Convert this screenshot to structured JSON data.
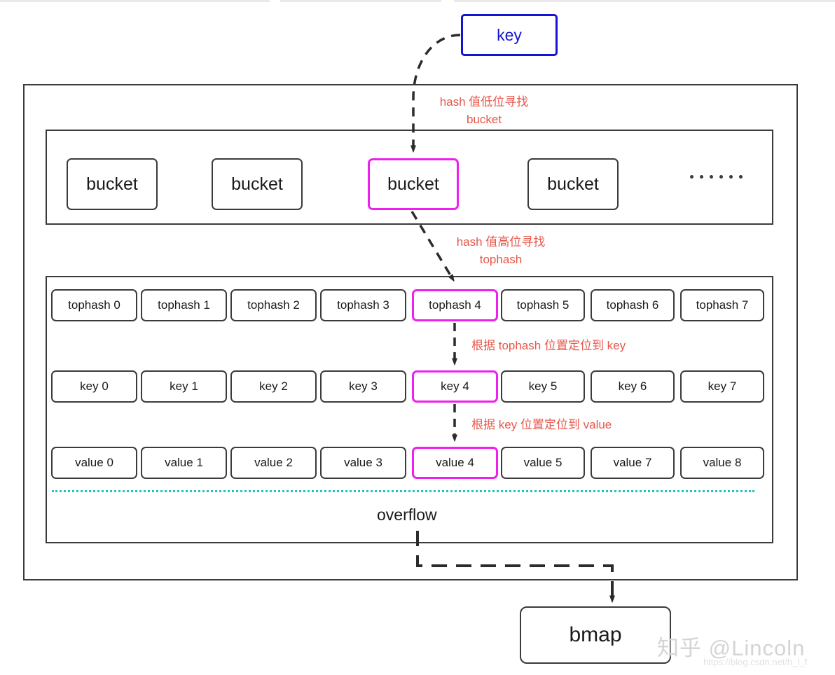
{
  "diagram": {
    "title": "Go map bucket lookup diagram",
    "key_box": {
      "label": "key"
    },
    "bmap_box": {
      "label": "bmap"
    },
    "overflow_label": "overflow",
    "bucket_row": {
      "buckets": [
        {
          "label": "bucket",
          "highlighted": false
        },
        {
          "label": "bucket",
          "highlighted": false
        },
        {
          "label": "bucket",
          "highlighted": true
        },
        {
          "label": "bucket",
          "highlighted": false
        }
      ],
      "ellipsis_dots": 6
    },
    "tophash_row": [
      {
        "label": "tophash 0",
        "highlighted": false
      },
      {
        "label": "tophash 1",
        "highlighted": false
      },
      {
        "label": "tophash 2",
        "highlighted": false
      },
      {
        "label": "tophash 3",
        "highlighted": false
      },
      {
        "label": "tophash 4",
        "highlighted": true
      },
      {
        "label": "tophash 5",
        "highlighted": false
      },
      {
        "label": "tophash 6",
        "highlighted": false
      },
      {
        "label": "tophash 7",
        "highlighted": false
      }
    ],
    "key_row": [
      {
        "label": "key 0",
        "highlighted": false
      },
      {
        "label": "key 1",
        "highlighted": false
      },
      {
        "label": "key 2",
        "highlighted": false
      },
      {
        "label": "key 3",
        "highlighted": false
      },
      {
        "label": "key 4",
        "highlighted": true
      },
      {
        "label": "key 5",
        "highlighted": false
      },
      {
        "label": "key 6",
        "highlighted": false
      },
      {
        "label": "key 7",
        "highlighted": false
      }
    ],
    "value_row": [
      {
        "label": "value 0",
        "highlighted": false
      },
      {
        "label": "value 1",
        "highlighted": false
      },
      {
        "label": "value 2",
        "highlighted": false
      },
      {
        "label": "value 3",
        "highlighted": false
      },
      {
        "label": "value 4",
        "highlighted": true
      },
      {
        "label": "value 5",
        "highlighted": false
      },
      {
        "label": "value 7",
        "highlighted": false
      },
      {
        "label": "value 8",
        "highlighted": false
      }
    ],
    "annotations": [
      {
        "id": "note-hash-low",
        "text": "hash 值低位寻找\nbucket"
      },
      {
        "id": "note-hash-high",
        "text": "hash 值高位寻找\ntophash"
      },
      {
        "id": "note-tophash-to-key",
        "text": "根据 tophash 位置定位到 key"
      },
      {
        "id": "note-key-to-value",
        "text": "根据 key 位置定位到 value"
      }
    ],
    "watermark": {
      "main": "知乎 @Lincoln",
      "sub": "https://blog.csdn.net/h_l_f"
    },
    "colors": {
      "highlight": "#ef20ef",
      "key_border": "#1414d2",
      "annotation": "#e8564a",
      "box_border": "#3b3b3b",
      "overflow_divider": "#27c4bd",
      "watermark": "#d4d4d6"
    }
  }
}
